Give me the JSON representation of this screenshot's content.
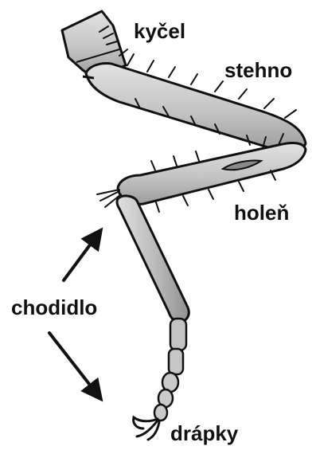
{
  "labels": {
    "coxa": "kyčel",
    "femur": "stehno",
    "tibia": "holeň",
    "tarsus": "chodidlo",
    "claws": "drápky"
  },
  "colors": {
    "ink": "#111111",
    "segment_fill": "#c9c9c9",
    "segment_shade": "#9a9a9a",
    "background": "#ffffff"
  }
}
